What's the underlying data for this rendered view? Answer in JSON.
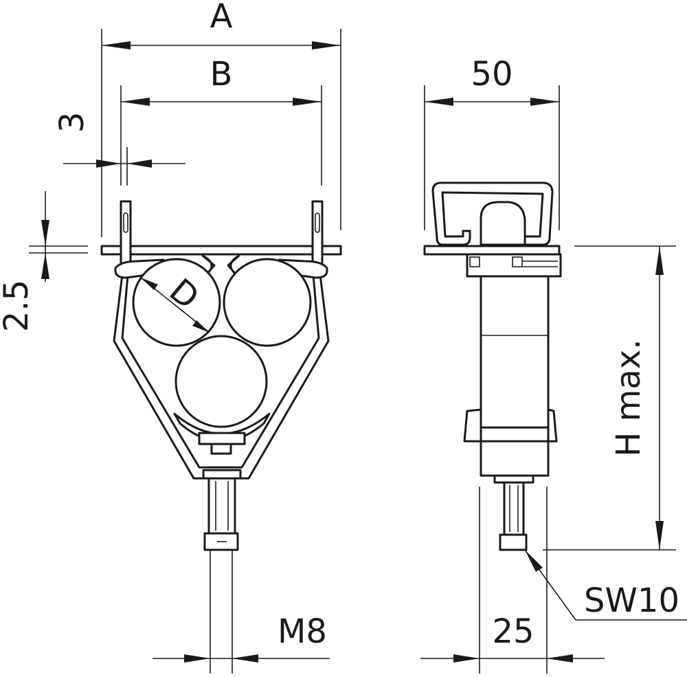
{
  "labels": {
    "a": "A",
    "b": "B",
    "three": "3",
    "two_five": "2.5",
    "d": "D",
    "fifty": "50",
    "h_max": "H max.",
    "sw10": "SW10",
    "m8": "M8",
    "twenty_five": "25"
  },
  "colors": {
    "line": "#1a1a1a",
    "background": "#ffffff"
  }
}
